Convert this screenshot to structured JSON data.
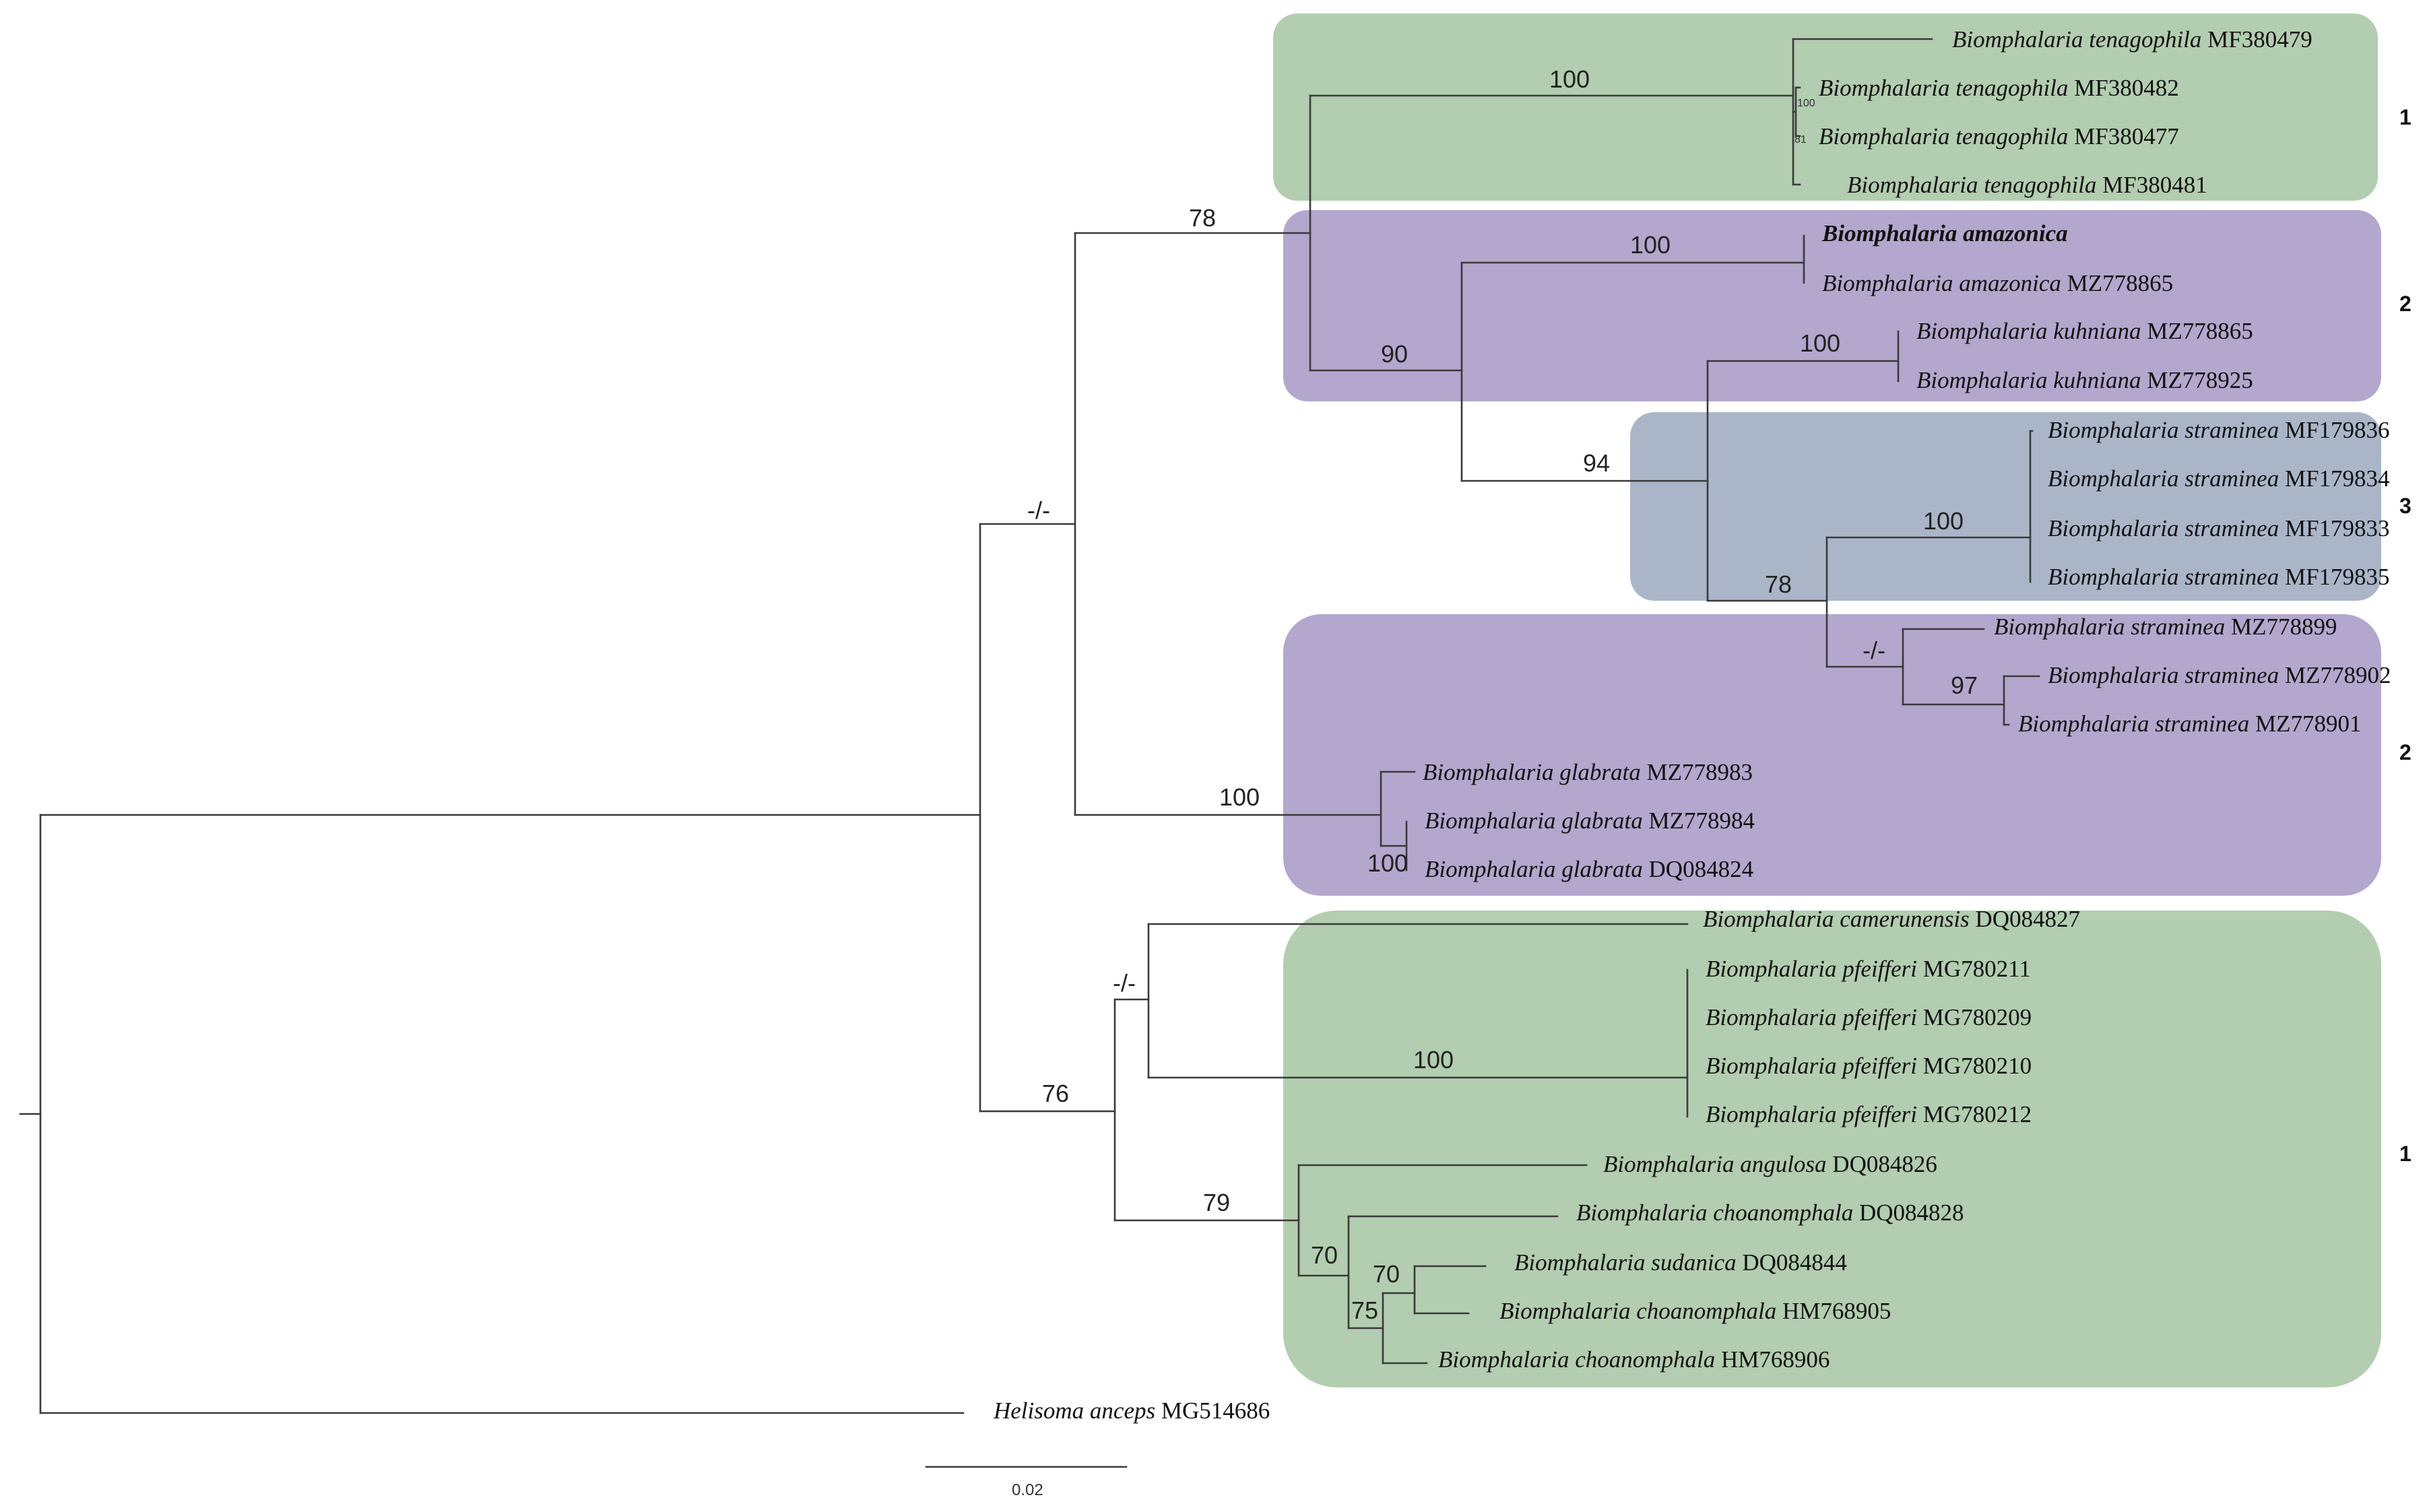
{
  "colors": {
    "group1": "#b2cdaf",
    "group2": "#b3a7cd",
    "group3": "#aab6c8",
    "branch": "#3a3a3a"
  },
  "groups": [
    "1",
    "2",
    "3",
    "2",
    "1"
  ],
  "supports": [
    "100",
    "100",
    "81",
    "78",
    "100",
    "90",
    "100",
    "94",
    "100",
    "78",
    "-/-",
    "97",
    "-/-",
    "100",
    "100",
    "-/-",
    "100",
    "76",
    "79",
    "70",
    "70",
    "75"
  ],
  "taxa": [
    {
      "species": "Biomphalaria tenagophila",
      "accession": "MF380479"
    },
    {
      "species": "Biomphalaria tenagophila",
      "accession": "MF380482"
    },
    {
      "species": "Biomphalaria tenagophila",
      "accession": "MF380477"
    },
    {
      "species": "Biomphalaria tenagophila",
      "accession": "MF380481"
    },
    {
      "species": "Biomphalaria amazonica",
      "accession": ""
    },
    {
      "species": "Biomphalaria amazonica",
      "accession": "MZ778865"
    },
    {
      "species": "Biomphalaria kuhniana",
      "accession": "MZ778865"
    },
    {
      "species": "Biomphalaria kuhniana",
      "accession": "MZ778925"
    },
    {
      "species": "Biomphalaria straminea",
      "accession": "MF179836"
    },
    {
      "species": "Biomphalaria straminea",
      "accession": "MF179834"
    },
    {
      "species": "Biomphalaria straminea",
      "accession": "MF179833"
    },
    {
      "species": "Biomphalaria straminea",
      "accession": "MF179835"
    },
    {
      "species": "Biomphalaria straminea",
      "accession": "MZ778899"
    },
    {
      "species": "Biomphalaria straminea",
      "accession": "MZ778902"
    },
    {
      "species": "Biomphalaria straminea",
      "accession": "MZ778901"
    },
    {
      "species": "Biomphalaria glabrata",
      "accession": "MZ778983"
    },
    {
      "species": "Biomphalaria glabrata",
      "accession": "MZ778984"
    },
    {
      "species": "Biomphalaria glabrata",
      "accession": "DQ084824"
    },
    {
      "species": "Biomphalaria camerunensis",
      "accession": "DQ084827"
    },
    {
      "species": "Biomphalaria pfeifferi",
      "accession": "MG780211"
    },
    {
      "species": "Biomphalaria pfeifferi",
      "accession": "MG780209"
    },
    {
      "species": "Biomphalaria pfeifferi",
      "accession": "MG780210"
    },
    {
      "species": "Biomphalaria pfeifferi",
      "accession": "MG780212"
    },
    {
      "species": "Biomphalaria angulosa",
      "accession": "DQ084826"
    },
    {
      "species": "Biomphalaria choanomphala",
      "accession": "DQ084828"
    },
    {
      "species": "Biomphalaria sudanica",
      "accession": "DQ084844"
    },
    {
      "species": "Biomphalaria choanomphala",
      "accession": "HM768905"
    },
    {
      "species": "Biomphalaria choanomphala",
      "accession": "HM768906"
    },
    {
      "species": "Helisoma anceps",
      "accession": "MG514686"
    }
  ],
  "scale_bar": {
    "label": "0.02"
  }
}
